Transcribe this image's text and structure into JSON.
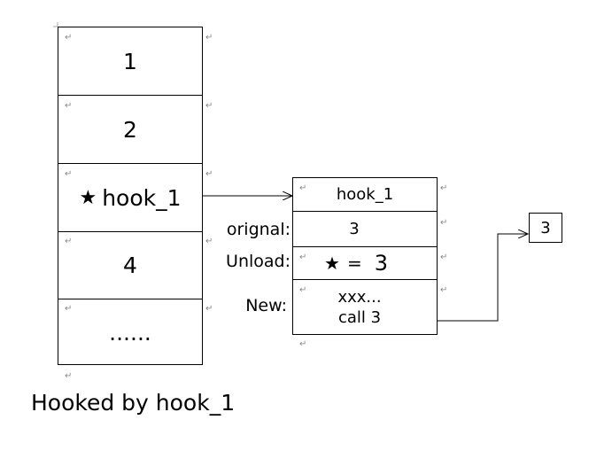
{
  "stack": {
    "cells": [
      "1",
      "2",
      "hook_1",
      "4",
      "......"
    ],
    "hooked_marker": "★"
  },
  "hook_table": {
    "header": "hook_1",
    "rows": [
      {
        "label": "orignal:",
        "value": "3"
      },
      {
        "label": "Unload:",
        "star": "★",
        "equals": "=",
        "value": "3"
      },
      {
        "label": "New:",
        "line1": "xxx...",
        "line2": "call 3"
      }
    ]
  },
  "target": {
    "value": "3"
  },
  "caption": "Hooked by hook_1",
  "return_mark": "↵"
}
